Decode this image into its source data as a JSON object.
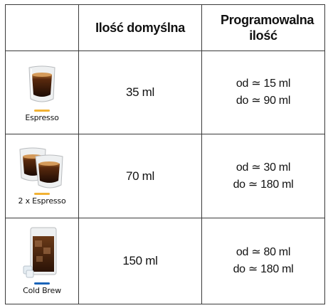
{
  "table": {
    "header": {
      "empty": "",
      "default_amount": "Ilość domyślna",
      "programmable_amount": "Programowalna ilość"
    },
    "rows": [
      {
        "drink": "Espresso",
        "icon": "espresso-glass-icon",
        "bar_color": "#f2b234",
        "default": "35 ml",
        "from": "od ≃ 15 ml",
        "to": "do ≃ 90 ml"
      },
      {
        "drink": "2 x Espresso",
        "icon": "double-espresso-glasses-icon",
        "bar_color": "#f2b234",
        "default": "70 ml",
        "from": "od ≃ 30 ml",
        "to": "do ≃ 180 ml"
      },
      {
        "drink": "Cold Brew",
        "icon": "cold-brew-glass-icon",
        "bar_color": "#1a63b8",
        "default": "150 ml",
        "from": "od ≃ 80 ml",
        "to": "do ≃ 180 ml"
      }
    ]
  }
}
